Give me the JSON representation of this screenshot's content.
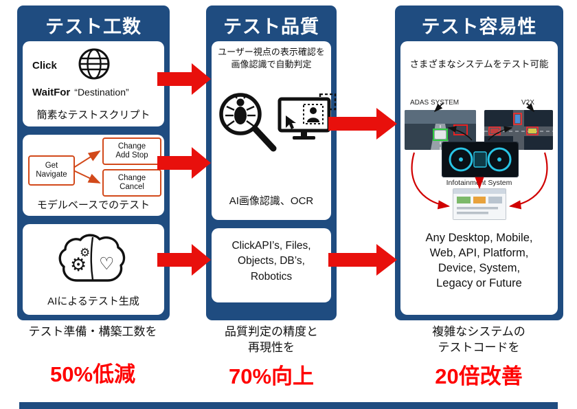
{
  "colors": {
    "panel_blue": "#1F4C80",
    "arrow_red": "#E8100C",
    "metric_red": "#FF0000",
    "flow_orange": "#D2491A"
  },
  "col1": {
    "header": "テスト工数",
    "script": {
      "click": "Click",
      "waitfor": "WaitFor",
      "waitfor_arg": "“Destination”",
      "caption": "簡素なテストスクリプト"
    },
    "model": {
      "node_get": [
        "Get",
        "Navigate"
      ],
      "node_add": [
        "Change",
        "Add Stop"
      ],
      "node_cancel": [
        "Change",
        "Cancel"
      ],
      "caption": "モデルベースでのテスト"
    },
    "ai": {
      "gear_glyph": "⚙",
      "heart_glyph": "♡",
      "caption": "AIによるテスト生成"
    },
    "footer": {
      "line1": "テスト準備・構築工数を",
      "metric": "50%低減"
    }
  },
  "col2": {
    "header": "テスト品質",
    "visual": {
      "desc1": "ユーザー視点の表示確認を",
      "desc2": "画像認識で自動判定",
      "caption": "AI画像認識、OCR"
    },
    "api": {
      "lines": [
        "ClickAPI’s, Files,",
        "Objects, DB’s,",
        "Robotics"
      ]
    },
    "footer": {
      "line1": "品質判定の精度と",
      "line2": "再現性を",
      "metric": "70%向上"
    }
  },
  "col3": {
    "header": "テスト容易性",
    "panel": {
      "top_caption": "さまざまなシステムをテスト可能",
      "label_adas": "ADAS SYSTEM",
      "label_v2x": "V2X",
      "label_info": "Infotainment System",
      "body_lines": [
        "Any Desktop, Mobile,",
        "Web, API, Platform,",
        "Device, System,",
        "Legacy or Future"
      ]
    },
    "footer": {
      "line1": "複雑なシステムの",
      "line2": "テストコードを",
      "metric": "20倍改善"
    }
  }
}
